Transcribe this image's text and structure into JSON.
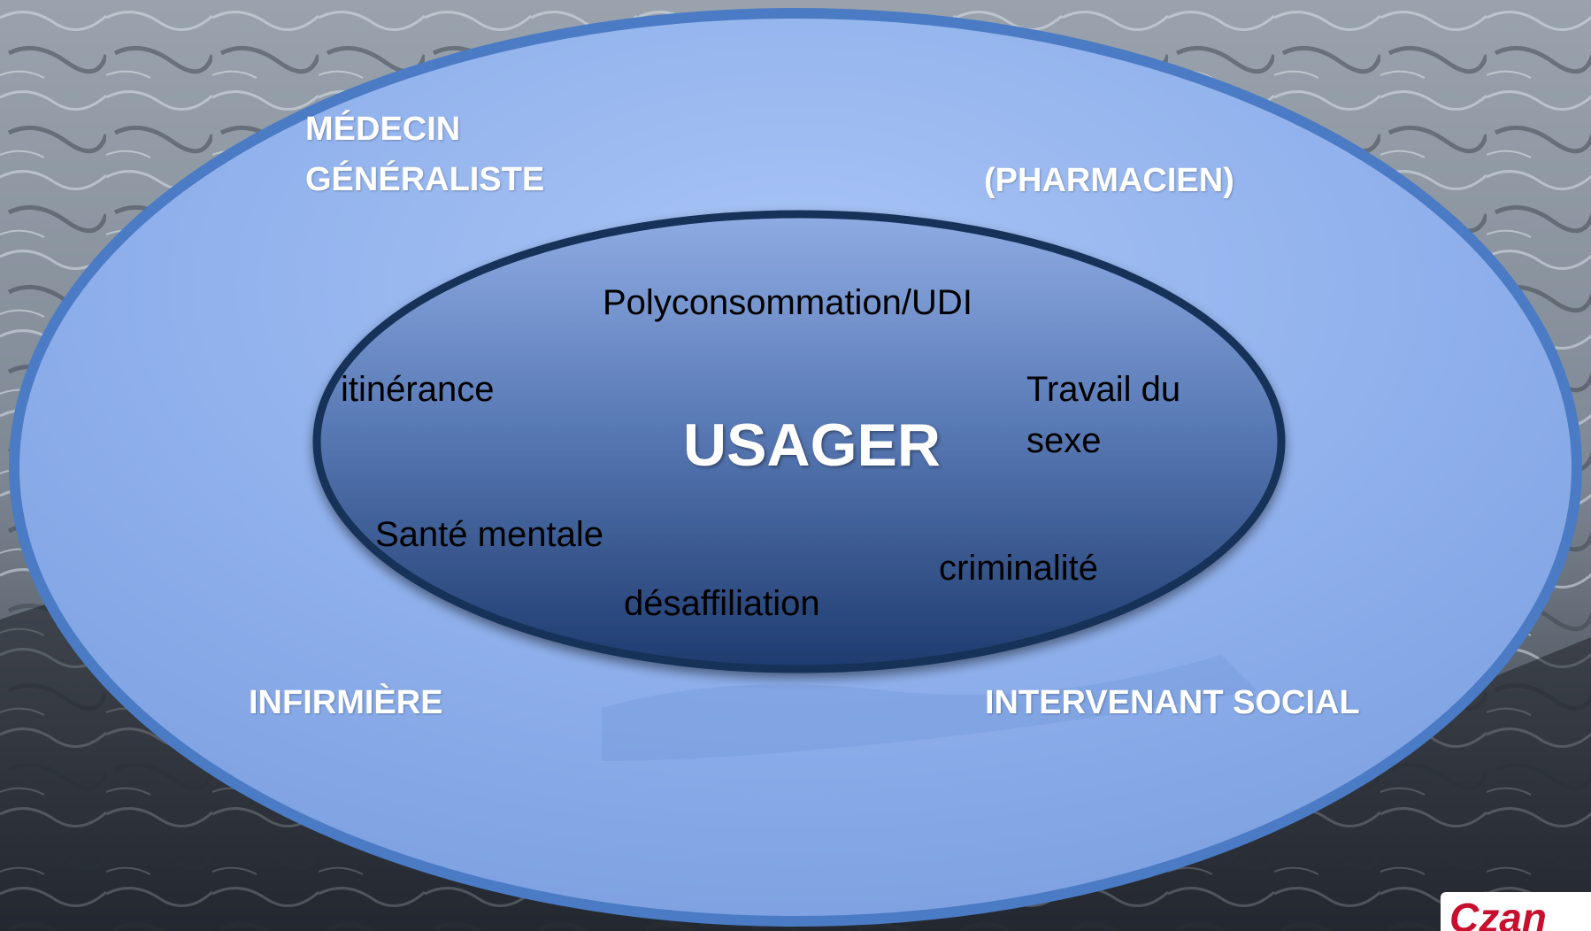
{
  "diagram": {
    "center": "USAGER",
    "roles": {
      "top_left_line1": "MÉDECIN",
      "top_left_line2": "GÉNÉRALISTE",
      "top_right": "(PHARMACIEN)",
      "bottom_left": "INFIRMIÈRE",
      "bottom_right": "INTERVENANT SOCIAL"
    },
    "issues": {
      "top": "Polyconsommation/UDI",
      "left": "itinérance",
      "right_line1": "Travail du",
      "right_line2": "sexe",
      "bottom_left": "Santé mentale",
      "bottom_center": "désaffiliation",
      "bottom_right": "criminalité"
    }
  },
  "logo": {
    "text": "Czan"
  },
  "colors": {
    "outer_ellipse_fill": "#8fb0ec",
    "outer_ellipse_border": "#4a7bc4",
    "inner_ellipse_top": "#8aa6e0",
    "inner_ellipse_bottom": "#1f3f74",
    "inner_ellipse_border": "#163159",
    "logo_red": "#c8102e"
  }
}
